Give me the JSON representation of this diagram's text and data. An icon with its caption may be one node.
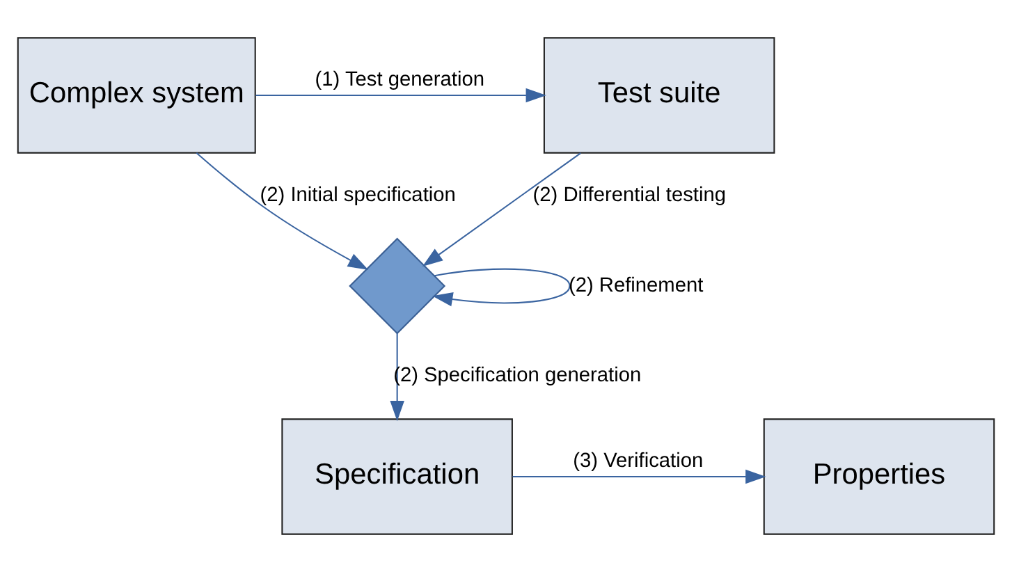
{
  "diagram": {
    "nodes": [
      {
        "text": [
          "Complex system"
        ]
      },
      {
        "text": [
          "Test suite"
        ]
      },
      {
        "text": [],
        "shape": "diamond"
      },
      {
        "text": [
          "Specification"
        ]
      },
      {
        "text": [
          "Properties"
        ]
      }
    ],
    "edges": [
      {
        "from": 0,
        "to": 1,
        "arrow": "to",
        "label": "(1) Test generation"
      },
      {
        "from": 1,
        "to": 2,
        "arrow": "to",
        "label": "(2) Differential testing"
      },
      {
        "from": 0,
        "to": 2,
        "arrow": "to",
        "label": "(2) Initial specification"
      },
      {
        "from": 2,
        "to": 2,
        "arrow": "to",
        "label": "(2) Refinement"
      },
      {
        "from": 2,
        "to": 3,
        "arrow": "to",
        "label": "(2) Specification generation"
      },
      {
        "from": 3,
        "to": 4,
        "arrow": "to",
        "label": "(3) Verification"
      }
    ]
  }
}
